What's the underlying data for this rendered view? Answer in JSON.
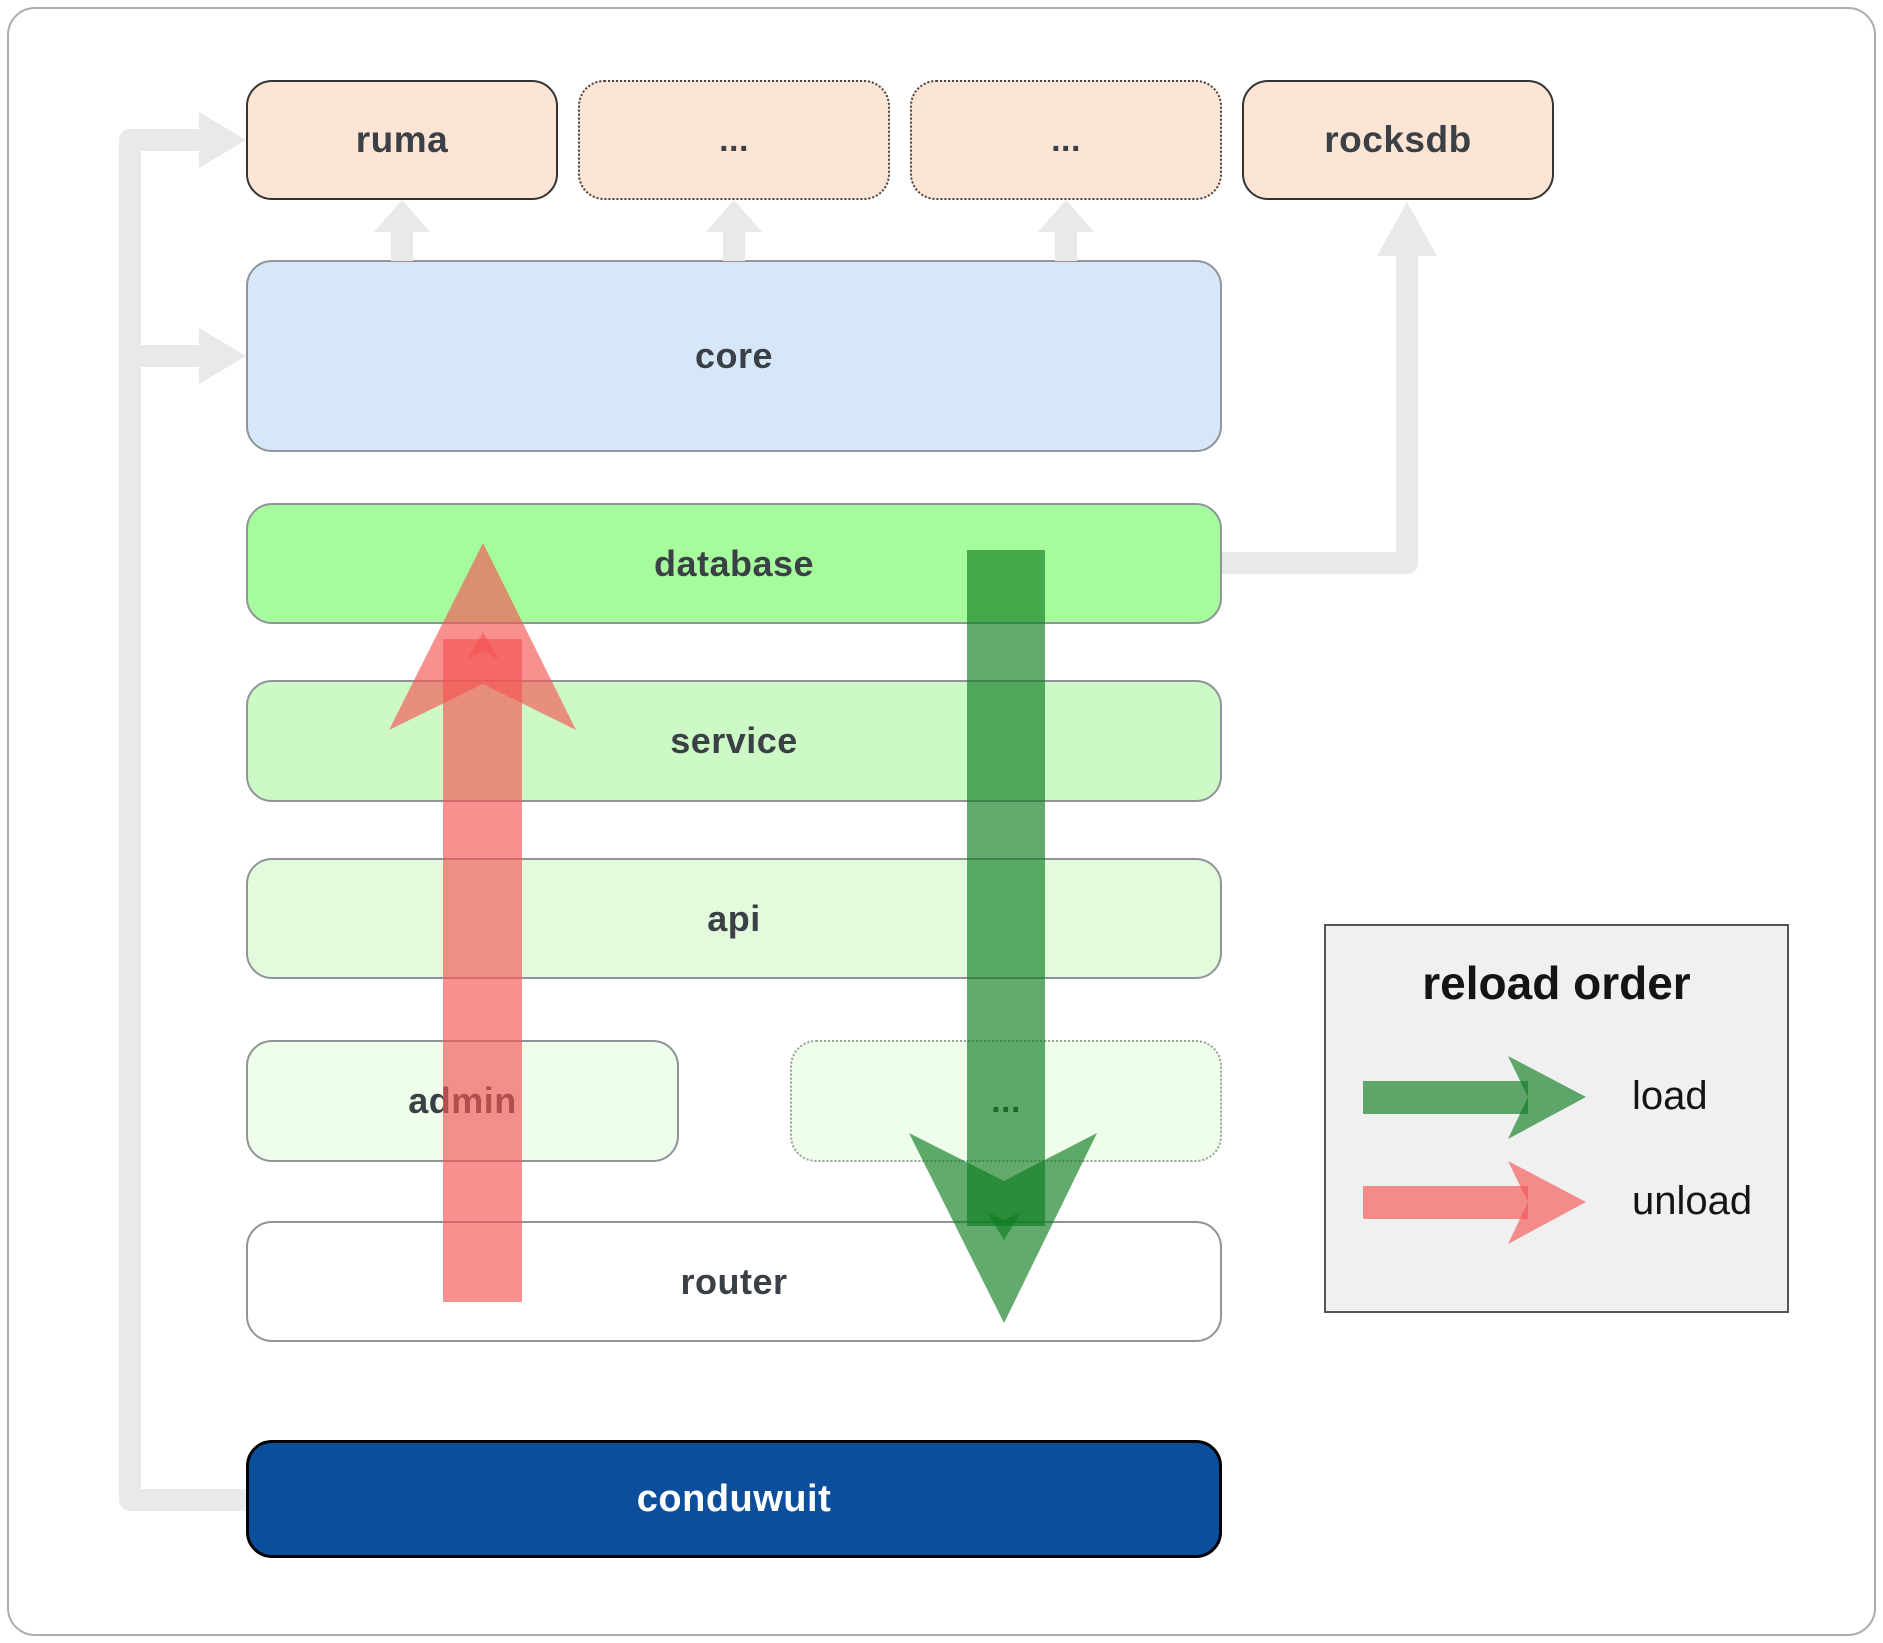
{
  "diagram": {
    "top_row": {
      "ruma": "ruma",
      "ellipsis1": "...",
      "ellipsis2": "...",
      "rocksdb": "rocksdb"
    },
    "layers": {
      "core": "core",
      "database": "database",
      "service": "service",
      "api": "api",
      "admin": "admin",
      "admin_ellipsis": "...",
      "router": "router",
      "conduwuit": "conduwuit"
    },
    "legend": {
      "title": "reload order",
      "load_label": "load",
      "unload_label": "unload"
    },
    "colors": {
      "peach": "#fce5d5",
      "core_blue": "#d5e7f9",
      "database_green": "#a6fc9c",
      "service_green": "#cdf9c6",
      "api_green": "#e2fbdc",
      "admin_green": "#effdeb",
      "conduwuit_navy": "#0b4f9c",
      "connector_gray": "#e9e9e9",
      "load_green": "#0e7d20",
      "unload_red": "#f55555",
      "text_dark": "#3b4046",
      "legend_bg": "#f0f0f0",
      "legend_text": "#141414"
    }
  }
}
